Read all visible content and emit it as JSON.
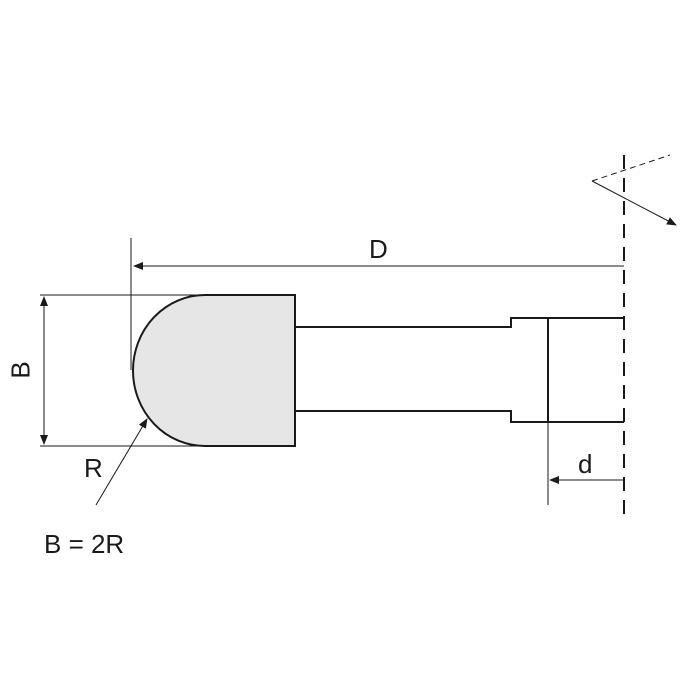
{
  "labels": {
    "D": "D",
    "B": "B",
    "R": "R",
    "d": "d",
    "formula": "B = 2R"
  },
  "colors": {
    "line": "#1a1a1a",
    "fill": "#e6e6e6"
  }
}
